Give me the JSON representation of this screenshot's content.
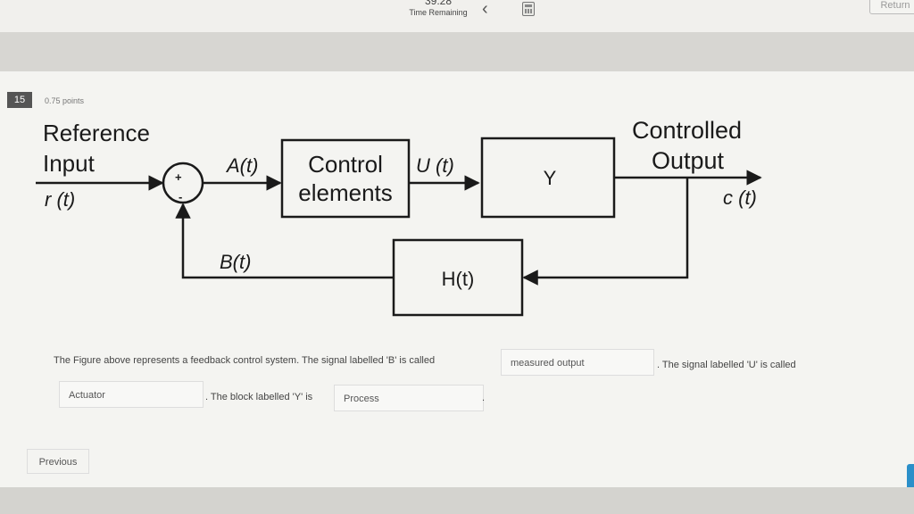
{
  "header": {
    "time_value": "39:28",
    "time_label": "Time Remaining",
    "hide_icon": "chevron-left-icon",
    "calculator_icon": "calculator-icon",
    "return_label": "Return"
  },
  "question": {
    "number": "15",
    "points": "0.75 points",
    "diagram": {
      "reference_label_line1": "Reference",
      "reference_label_line2": "Input",
      "reference_signal": "r (t)",
      "summing_plus": "+",
      "summing_minus": "-",
      "actuating_signal": "A(t)",
      "control_block_line1": "Control",
      "control_block_line2": "elements",
      "u_signal": "U (t)",
      "plant_block": "Y",
      "output_label_line1": "Controlled",
      "output_label_line2": "Output",
      "output_signal": "c (t)",
      "feedback_signal": "B(t)",
      "feedback_block": "H(t)"
    },
    "text_part1": "The Figure above represents a feedback control system. The signal labelled 'B' is called",
    "answer_b": "measured output",
    "text_part2": ". The signal labelled 'U' is called",
    "answer_u": "Actuator",
    "text_part3": ". The block labelled 'Y' is",
    "answer_y": "Process",
    "answer_y_suffix": "."
  },
  "footer": {
    "previous_label": "Previous"
  }
}
